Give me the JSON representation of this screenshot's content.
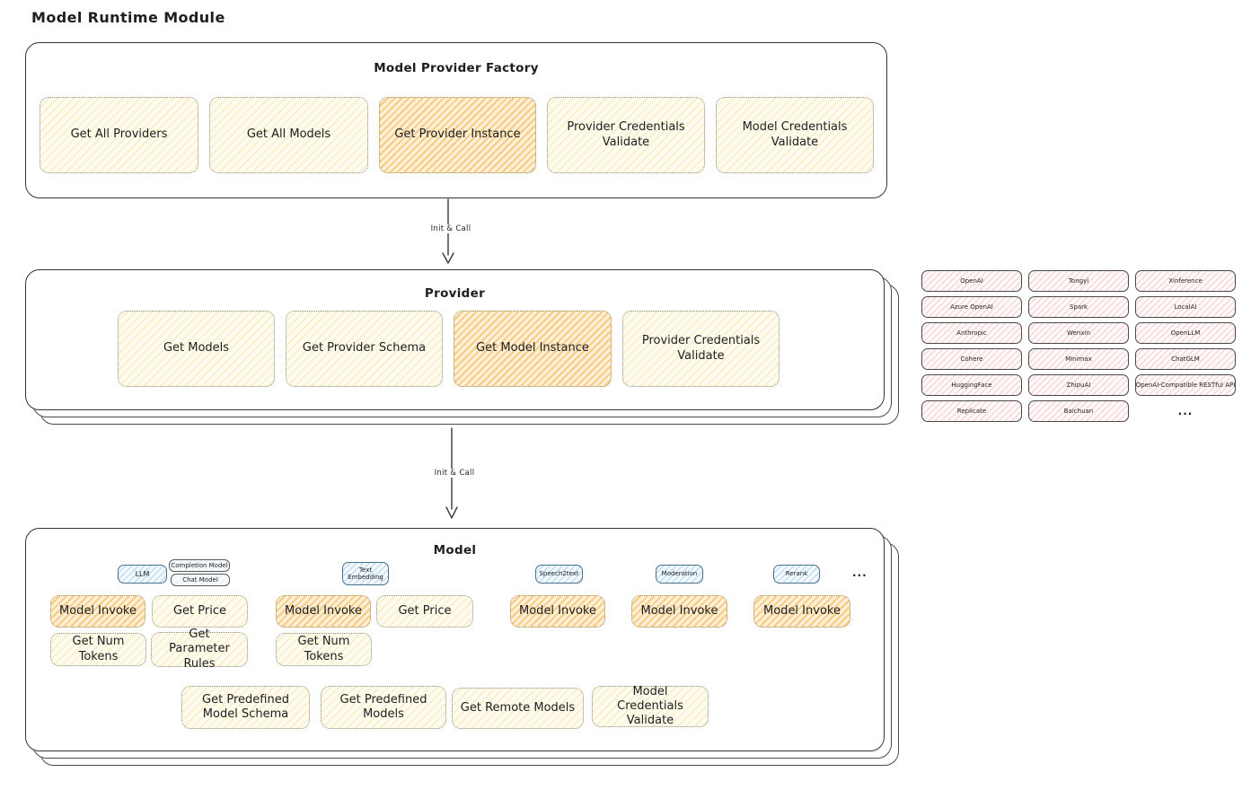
{
  "title": "Model Runtime Module",
  "factory": {
    "title": "Model Provider Factory",
    "items": [
      {
        "label": "Get All Providers",
        "highlighted": false
      },
      {
        "label": "Get All Models",
        "highlighted": false
      },
      {
        "label": "Get Provider Instance",
        "highlighted": true
      },
      {
        "label": "Provider Credentials Validate",
        "highlighted": false
      },
      {
        "label": "Model Credentials Validate",
        "highlighted": false
      }
    ]
  },
  "arrow1": {
    "label": "Init & Call"
  },
  "arrow2": {
    "label": "Init & Call"
  },
  "provider": {
    "title": "Provider",
    "items": [
      {
        "label": "Get Models",
        "highlighted": false
      },
      {
        "label": "Get Provider Schema",
        "highlighted": false
      },
      {
        "label": "Get Model Instance",
        "highlighted": true
      },
      {
        "label": "Provider Credentials Validate",
        "highlighted": false
      }
    ]
  },
  "provider_list": {
    "items": [
      "OpenAI",
      "Tongyi",
      "Xinference",
      "Azure OpenAI",
      "Spark",
      "LocalAI",
      "Anthropic",
      "Wenxin",
      "OpenLLM",
      "Cohere",
      "Minimax",
      "ChatGLM",
      "HuggingFace",
      "ZhipuAI",
      "OpenAI-Compatible RESTful API",
      "Replicate",
      "Baichuan"
    ],
    "more_label": "..."
  },
  "model": {
    "title": "Model",
    "tabs": [
      {
        "label": "LLM",
        "style": "blue"
      },
      {
        "label": "Completion Model",
        "style": "light"
      },
      {
        "label": "Chat Model",
        "style": "light"
      },
      {
        "label": "Text Embedding",
        "style": "blue"
      },
      {
        "label": "Speech2text",
        "style": "blue"
      },
      {
        "label": "Moderation",
        "style": "blue"
      },
      {
        "label": "Rerank",
        "style": "blue"
      }
    ],
    "more_label": "...",
    "features": [
      {
        "label": "Model Invoke",
        "highlighted": true
      },
      {
        "label": "Get Price",
        "highlighted": false
      },
      {
        "label": "Model Invoke",
        "highlighted": true
      },
      {
        "label": "Get Price",
        "highlighted": false
      },
      {
        "label": "Model Invoke",
        "highlighted": true
      },
      {
        "label": "Model Invoke",
        "highlighted": true
      },
      {
        "label": "Model Invoke",
        "highlighted": true
      },
      {
        "label": "Get Num Tokens",
        "highlighted": false
      },
      {
        "label": "Get Parameter Rules",
        "highlighted": false
      },
      {
        "label": "Get Num Tokens",
        "highlighted": false
      },
      {
        "label": "Get Predefined Model Schema",
        "highlighted": false
      },
      {
        "label": "Get Predefined Models",
        "highlighted": false
      },
      {
        "label": "Get Remote Models",
        "highlighted": false
      },
      {
        "label": "Model Credentials Validate",
        "highlighted": false
      }
    ]
  },
  "colors": {
    "cream_fill": "#fdf6de",
    "orange_fill": "#fbe3b4",
    "pink_fill": "#ffecec",
    "blue_fill": "#ddeffb",
    "border": "#343434"
  }
}
